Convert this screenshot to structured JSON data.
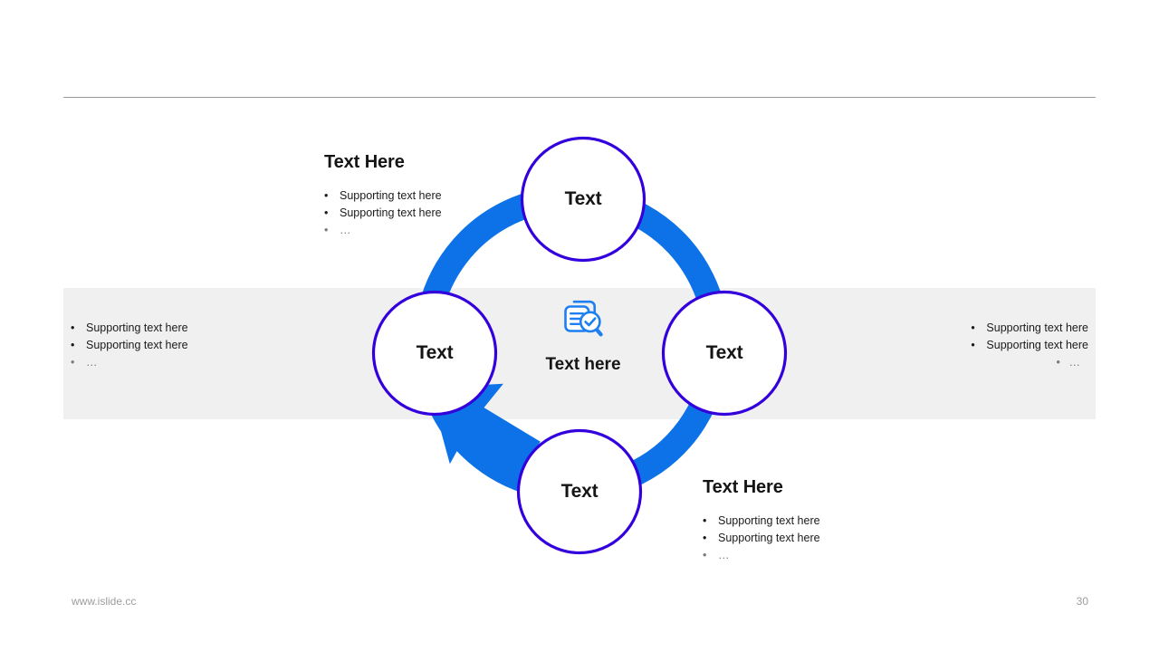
{
  "slide": {
    "page_number": "30",
    "footer_url": "www.islide.cc",
    "colors": {
      "ring_blue": "#0d72e8",
      "circle_stroke": "#3300dd",
      "band_gray": "#f0f0f0",
      "rule_gray": "#9a9a9a",
      "text_dark": "#141414",
      "footer_gray": "#9d9d9d"
    }
  },
  "diagram": {
    "type": "cycle",
    "direction": "counter-clockwise",
    "center": {
      "icon": "document-search-check-icon",
      "label": "Text here"
    },
    "nodes": [
      {
        "position": "top",
        "label": "Text"
      },
      {
        "position": "right",
        "label": "Text"
      },
      {
        "position": "bottom",
        "label": "Text"
      },
      {
        "position": "left",
        "label": "Text"
      }
    ]
  },
  "blocks": {
    "top_left": {
      "heading": "Text Here",
      "bullets": [
        {
          "marker": "•",
          "text": "Supporting  text here",
          "muted": false
        },
        {
          "marker": "•",
          "text": "Supporting  text here",
          "muted": false
        },
        {
          "marker": "•",
          "text": "…",
          "muted": true
        }
      ]
    },
    "left": {
      "heading": "",
      "bullets": [
        {
          "marker": "•",
          "text": "Supporting  text here",
          "muted": false
        },
        {
          "marker": "•",
          "text": "Supporting  text here",
          "muted": false
        },
        {
          "marker": "•",
          "text": "…",
          "muted": true
        }
      ]
    },
    "right": {
      "heading": "",
      "bullets": [
        {
          "marker": "•",
          "text": "Supporting  text here",
          "muted": false
        },
        {
          "marker": "•",
          "text": "Supporting  text here",
          "muted": false
        },
        {
          "marker": "•",
          "text": "…",
          "muted": true
        }
      ]
    },
    "bottom_right": {
      "heading": "Text Here",
      "bullets": [
        {
          "marker": "•",
          "text": "Supporting  text here",
          "muted": false
        },
        {
          "marker": "•",
          "text": "Supporting  text here",
          "muted": false
        },
        {
          "marker": "•",
          "text": "…",
          "muted": true
        }
      ]
    }
  }
}
